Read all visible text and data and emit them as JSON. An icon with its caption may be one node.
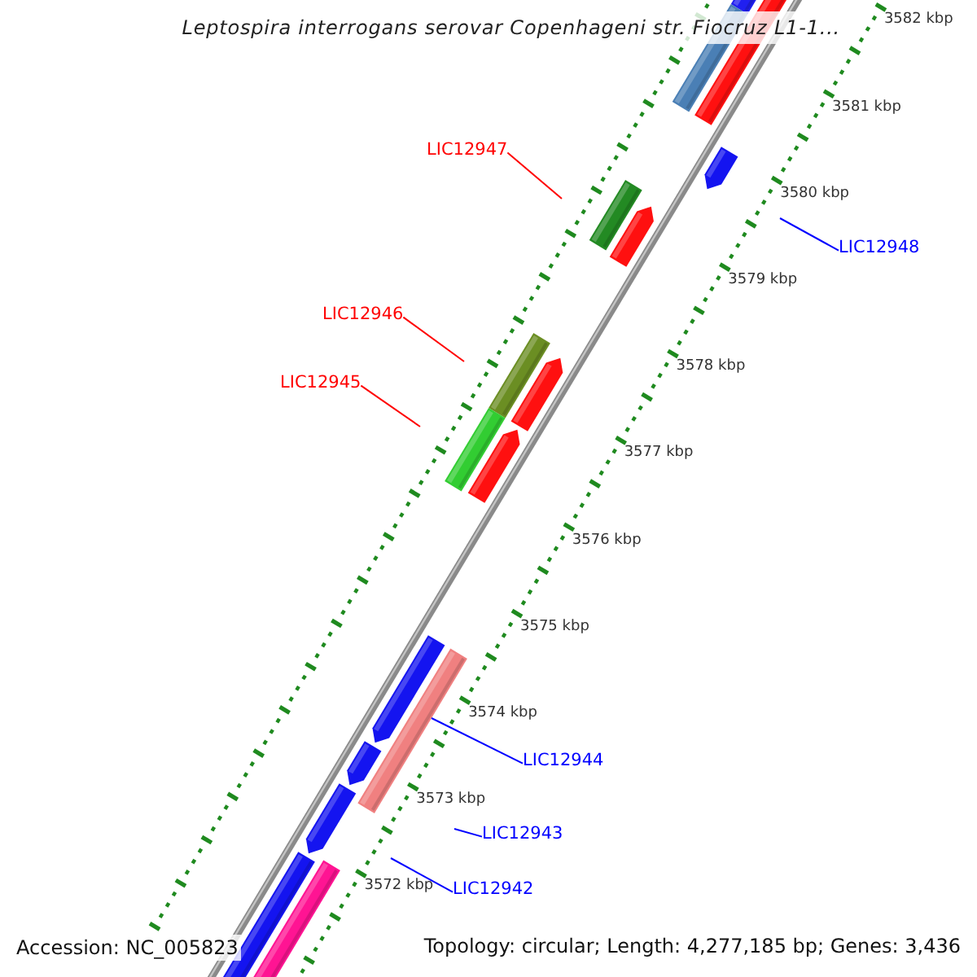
{
  "diagram": {
    "title": "Leptospira interrogans serovar Copenhageni str. Fiocruz L1-1...",
    "nodes": [
      {
        "text": [
          "LIC12947"
        ]
      },
      {
        "text": [
          "LIC12948"
        ]
      },
      {
        "text": [
          "LIC12946"
        ]
      },
      {
        "text": [
          "LIC12945"
        ]
      },
      {
        "text": [
          "LIC12944"
        ]
      },
      {
        "text": [
          "LIC12943"
        ]
      },
      {
        "text": [
          "LIC12942"
        ]
      },
      {
        "text": [],
        "shape": "bar"
      }
    ],
    "edges": [
      {
        "from": 0,
        "to": null,
        "arrow": "none",
        "color": "#ff0000"
      },
      {
        "from": 1,
        "to": null,
        "arrow": "none"
      },
      {
        "from": 2,
        "to": null,
        "arrow": "none",
        "color": "#ff0000"
      },
      {
        "from": 3,
        "to": null,
        "arrow": "none",
        "color": "#ff0000"
      },
      {
        "from": 4,
        "to": 7,
        "arrow": "none"
      },
      {
        "from": 5,
        "to": null,
        "arrow": "none"
      },
      {
        "from": 6,
        "to": null,
        "arrow": "none"
      }
    ],
    "labels": [
      "3582 kbp",
      "3581 kbp",
      "3580 kbp",
      "3579 kbp",
      "3578 kbp",
      "3577 kbp",
      "3576 kbp",
      "3575 kbp",
      "3574 kbp",
      "3573 kbp",
      "3572 kbp",
      "Accession: NC_005823",
      "Topology: circular; Length: 4,277,185 bp; Genes: 3,436"
    ]
  }
}
